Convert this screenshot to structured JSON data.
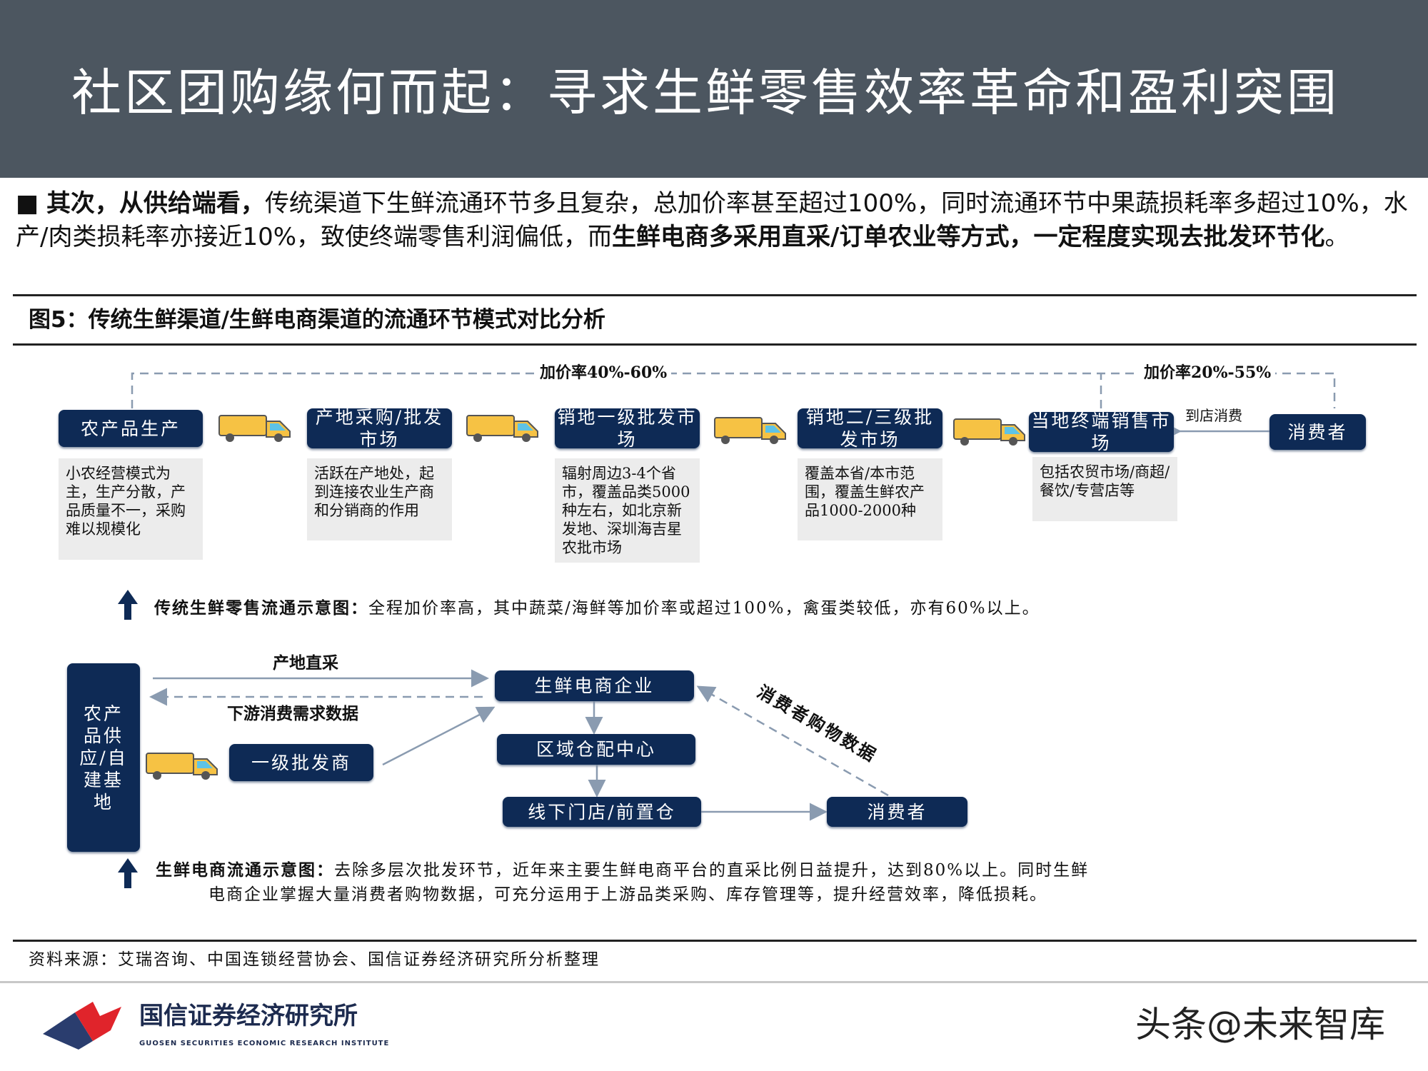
{
  "header": {
    "title": "社区团购缘何而起：寻求生鲜零售效率革命和盈利突围"
  },
  "paragraph": {
    "bullet": "■",
    "bold_lead": "其次，从供给端看，",
    "text1": "传统渠道下生鲜流通环节多且复杂，总加价率甚至超过100%，同时流通环节中果蔬损耗率多超过10%，水产/肉类损耗率亦接近10%，致使终端零售利润偏低，而",
    "bold_mid": "生鲜电商多采用直采/订单农业等方式，一定程度实现去批发环节化",
    "text2": "。"
  },
  "figure": {
    "caption": "图5：传统生鲜渠道/生鲜电商渠道的流通环节模式对比分析"
  },
  "traditional": {
    "markup1": "加价率40%-60%",
    "markup2": "加价率20%-55%",
    "to_store": "到店消费",
    "nodes": [
      {
        "label": "农产品生产",
        "desc": "小农经营模式为主，生产分散，产品质量不一，采购难以规模化"
      },
      {
        "label": "产地采购/批发市场",
        "desc": "活跃在产地处，起到连接农业生产商和分销商的作用"
      },
      {
        "label": "销地一级批发市场",
        "desc": "辐射周边3-4个省市，覆盖品类5000种左右，如北京新发地、深圳海吉星农批市场"
      },
      {
        "label": "销地二/三级批发市场",
        "desc": "覆盖本省/本市范围，覆盖生鲜农产品1000-2000种"
      },
      {
        "label": "当地终端销售市场",
        "desc": "包括农贸市场/商超/餐饮/专营店等"
      },
      {
        "label": "消费者"
      }
    ],
    "note_bold": "传统生鲜零售流通示意图：",
    "note": "全程加价率高，其中蔬菜/海鲜等加价率或超过100%，禽蛋类较低，亦有60%以上。"
  },
  "ecommerce": {
    "source": "农产品供应/自建基地",
    "direct": "产地直采",
    "demand": "下游消费需求数据",
    "wholesaler": "一级批发商",
    "enterprise": "生鲜电商企业",
    "warehouse": "区域仓配中心",
    "store": "线下门店/前置仓",
    "consumer": "消费者",
    "shopping_data": "消费者购物数据",
    "note_bold": "生鲜电商流通示意图：",
    "note1": "去除多层次批发环节，近年来主要生鲜电商平台的直采比例日益提升，达到80%以上。同时生鲜",
    "note2": "电商企业掌握大量消费者购物数据，可充分运用于上游品类采购、库存管理等，提升经营效率，降低损耗。"
  },
  "source": "资料来源：艾瑞咨询、中国连锁经营协会、国信证券经济研究所分析整理",
  "footer": {
    "logo_text": "国信证券经济研究所",
    "logo_sub": "GUOSEN SECURITIES ECONOMIC RESEARCH INSTITUTE",
    "watermark": "头条@未来智库"
  },
  "colors": {
    "header_bg": "#4c5660",
    "node_bg": "#0e2a55",
    "desc_bg": "#ececec",
    "truck": "#f6c244"
  }
}
